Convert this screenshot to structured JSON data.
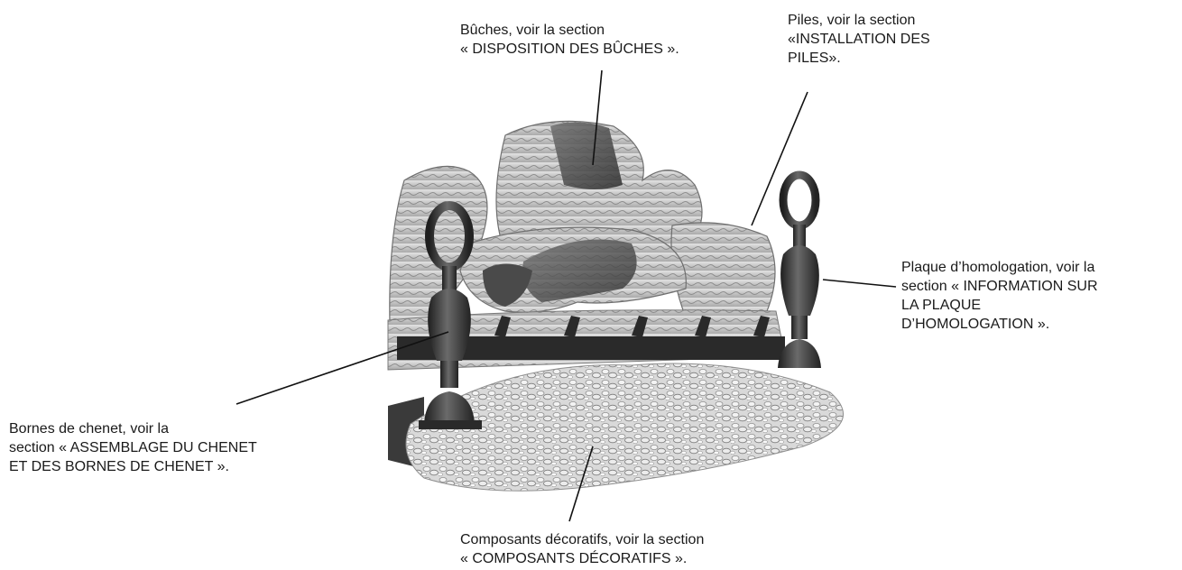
{
  "figure": {
    "labels": {
      "logs": [
        "Bûches, voir la section",
        "« DISPOSITION DES BÛCHES »."
      ],
      "batteries": [
        "Piles, voir la section",
        "«INSTALLATION DES",
        "PILES»."
      ],
      "rating_plate": [
        "Plaque d’homologation, voir la",
        "section « INFORMATION SUR",
        "LA PLAQUE",
        "D’HOMOLOGATION »."
      ],
      "andirons": [
        "Bornes de chenet, voir la",
        "section « ASSEMBLAGE DU CHENET",
        "ET DES BORNES DE CHENET »."
      ],
      "decorative": [
        "Composants décoratifs, voir la section",
        "« COMPOSANTS DÉCORATIFS »."
      ]
    }
  }
}
